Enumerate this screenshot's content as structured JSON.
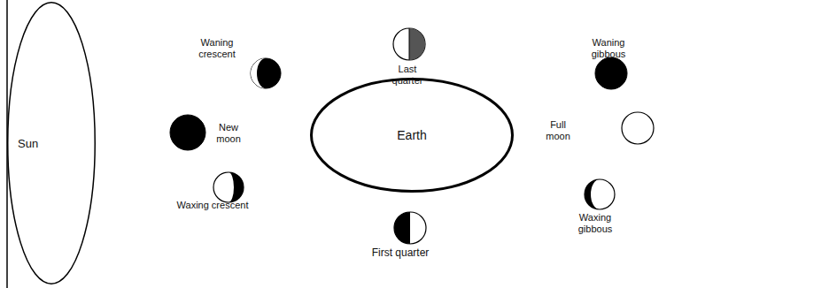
{
  "diagram": {
    "nodes": [
      {
        "text": [
          "Sun"
        ]
      },
      {
        "text": [
          "Earth"
        ]
      }
    ],
    "labels": [
      "Waning crescent",
      "Last quarter",
      "Waning gibbous",
      "New moon",
      "Full moon",
      "Waxing crescent",
      "Waxing gibbous",
      "First quarter"
    ]
  }
}
